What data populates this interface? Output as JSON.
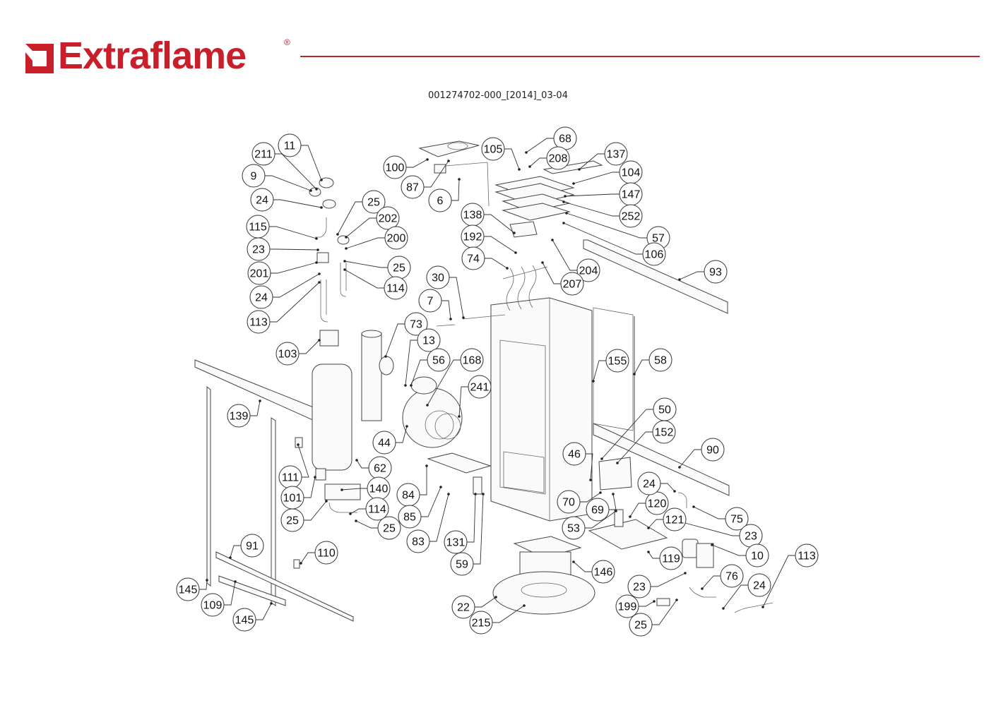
{
  "header": {
    "brand": "Extraflame",
    "registered_mark": "®",
    "brand_color": "#c8202a",
    "rule_color": "#b7282e",
    "document_code": "001274702-000_[2014]_03-04"
  },
  "diagram": {
    "type": "exploded-parts-view",
    "callouts": [
      {
        "id": "c11",
        "label": "11"
      },
      {
        "id": "c211",
        "label": "211"
      },
      {
        "id": "c9",
        "label": "9"
      },
      {
        "id": "c24a",
        "label": "24"
      },
      {
        "id": "c115",
        "label": "115"
      },
      {
        "id": "c23a",
        "label": "23"
      },
      {
        "id": "c201",
        "label": "201"
      },
      {
        "id": "c24b",
        "label": "24"
      },
      {
        "id": "c113a",
        "label": "113"
      },
      {
        "id": "c25a",
        "label": "25"
      },
      {
        "id": "c202",
        "label": "202"
      },
      {
        "id": "c200",
        "label": "200"
      },
      {
        "id": "c25b",
        "label": "25"
      },
      {
        "id": "c114a",
        "label": "114"
      },
      {
        "id": "c100",
        "label": "100"
      },
      {
        "id": "c87",
        "label": "87"
      },
      {
        "id": "c6",
        "label": "6"
      },
      {
        "id": "c105",
        "label": "105"
      },
      {
        "id": "c68",
        "label": "68"
      },
      {
        "id": "c208",
        "label": "208"
      },
      {
        "id": "c137",
        "label": "137"
      },
      {
        "id": "c104",
        "label": "104"
      },
      {
        "id": "c147",
        "label": "147"
      },
      {
        "id": "c252",
        "label": "252"
      },
      {
        "id": "c57",
        "label": "57"
      },
      {
        "id": "c106",
        "label": "106"
      },
      {
        "id": "c138",
        "label": "138"
      },
      {
        "id": "c192",
        "label": "192"
      },
      {
        "id": "c74",
        "label": "74"
      },
      {
        "id": "c204",
        "label": "204"
      },
      {
        "id": "c207",
        "label": "207"
      },
      {
        "id": "c93",
        "label": "93"
      },
      {
        "id": "c30",
        "label": "30"
      },
      {
        "id": "c7",
        "label": "7"
      },
      {
        "id": "c73",
        "label": "73"
      },
      {
        "id": "c13",
        "label": "13"
      },
      {
        "id": "c56",
        "label": "56"
      },
      {
        "id": "c168",
        "label": "168"
      },
      {
        "id": "c241",
        "label": "241"
      },
      {
        "id": "c44",
        "label": "44"
      },
      {
        "id": "c103",
        "label": "103"
      },
      {
        "id": "c139",
        "label": "139"
      },
      {
        "id": "c62",
        "label": "62"
      },
      {
        "id": "c111",
        "label": "111"
      },
      {
        "id": "c101",
        "label": "101"
      },
      {
        "id": "c140",
        "label": "140"
      },
      {
        "id": "c25c",
        "label": "25"
      },
      {
        "id": "c114b",
        "label": "114"
      },
      {
        "id": "c25d",
        "label": "25"
      },
      {
        "id": "c91",
        "label": "91"
      },
      {
        "id": "c110",
        "label": "110"
      },
      {
        "id": "c145a",
        "label": "145"
      },
      {
        "id": "c109",
        "label": "109"
      },
      {
        "id": "c145b",
        "label": "145"
      },
      {
        "id": "c84",
        "label": "84"
      },
      {
        "id": "c85",
        "label": "85"
      },
      {
        "id": "c83",
        "label": "83"
      },
      {
        "id": "c131",
        "label": "131"
      },
      {
        "id": "c59",
        "label": "59"
      },
      {
        "id": "c155",
        "label": "155"
      },
      {
        "id": "c58",
        "label": "58"
      },
      {
        "id": "c50",
        "label": "50"
      },
      {
        "id": "c152",
        "label": "152"
      },
      {
        "id": "c90",
        "label": "90"
      },
      {
        "id": "c46",
        "label": "46"
      },
      {
        "id": "c70",
        "label": "70"
      },
      {
        "id": "c69",
        "label": "69"
      },
      {
        "id": "c53",
        "label": "53"
      },
      {
        "id": "c120",
        "label": "120"
      },
      {
        "id": "c121",
        "label": "121"
      },
      {
        "id": "c24c",
        "label": "24"
      },
      {
        "id": "c75",
        "label": "75"
      },
      {
        "id": "c23b",
        "label": "23"
      },
      {
        "id": "c10",
        "label": "10"
      },
      {
        "id": "c119",
        "label": "119"
      },
      {
        "id": "c146",
        "label": "146"
      },
      {
        "id": "c22",
        "label": "22"
      },
      {
        "id": "c215",
        "label": "215"
      },
      {
        "id": "c23c",
        "label": "23"
      },
      {
        "id": "c199",
        "label": "199"
      },
      {
        "id": "c25e",
        "label": "25"
      },
      {
        "id": "c76",
        "label": "76"
      },
      {
        "id": "c24d",
        "label": "24"
      },
      {
        "id": "c113b",
        "label": "113"
      }
    ]
  }
}
